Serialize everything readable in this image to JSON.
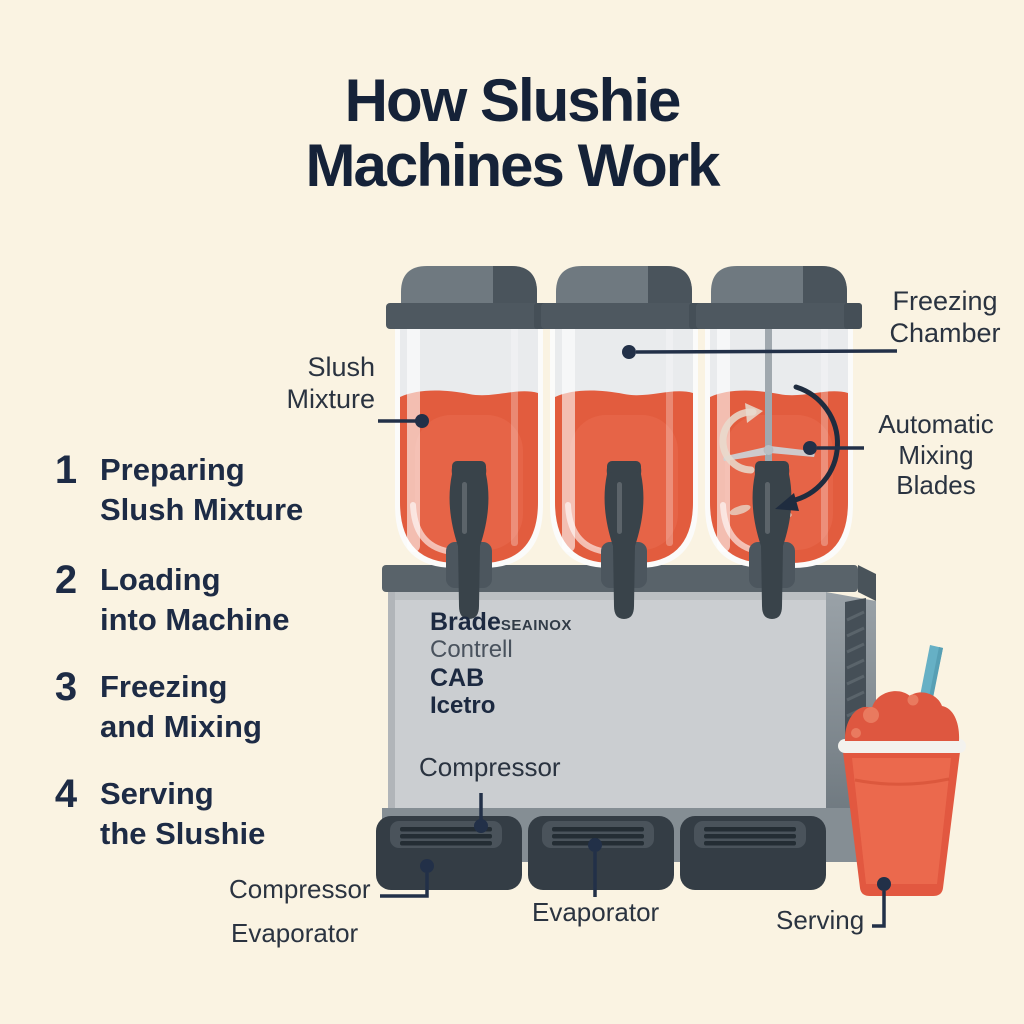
{
  "title": "How Slushie Machines Work",
  "steps": [
    {
      "num": "1",
      "label": "Preparing\nSlush Mixture"
    },
    {
      "num": "2",
      "label": "Loading\ninto Machine"
    },
    {
      "num": "3",
      "label": "Freezing\nand Mixing"
    },
    {
      "num": "4",
      "label": "Serving\nthe Slushie"
    }
  ],
  "callouts": {
    "slush_mixture": "Slush\nMixture",
    "freezing_chamber": "Freezing\nChamber",
    "automatic_mixing_blades": "Automatic\nMixing\nBlades",
    "compressor_top": "Compressor",
    "compressor_bottom": "Compressor",
    "evaporator_left": "Evaporator",
    "evaporator_center": "Evaporator",
    "serving": "Serving"
  },
  "machine": {
    "brand_primary": "Brade",
    "brand_secondary": "SEAINOX",
    "brand_line2": "Contrell",
    "brand_line3": "CAB",
    "brand_line4": "Icetro"
  },
  "colors": {
    "background": "#faf3e2",
    "heading_navy": "#152238",
    "callout_line": "#223048",
    "slush_orange": "#e25c3e",
    "tank_empty": "#e9ebed",
    "lid_gray": "#6f7980",
    "machine_panel": "#cbced1",
    "vent_dark": "#343d45",
    "cup_red": "#e25840",
    "straw_teal": "#66b0c5"
  }
}
